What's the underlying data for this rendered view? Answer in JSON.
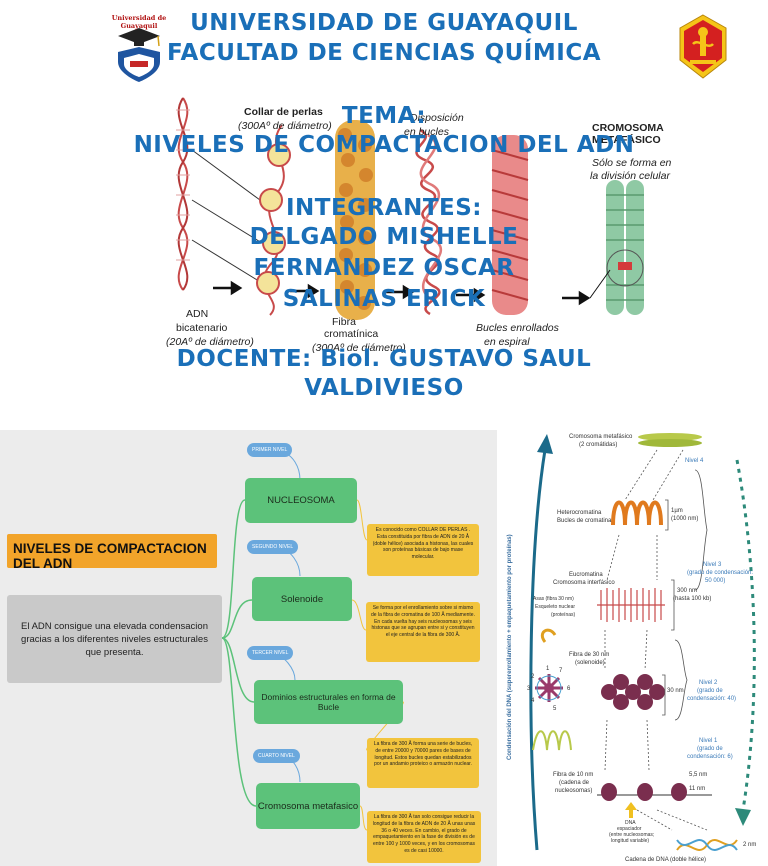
{
  "slide": {
    "title_lines": [
      "UNIVERSIDAD DE GUAYAQUIL",
      "FACULTAD DE CIENCIAS QUÍMICA",
      "TEMA:",
      "NIVELES DE COMPACTACION DEL ADN",
      "INTEGRANTES:",
      "DELGADO MISHELLE",
      "FERNANDEZ OSCAR",
      "SALINAS ERICK",
      "DOCENTE: Biol. GUSTAVO SAUL",
      "VALDIVIESO"
    ],
    "logo_left_text": "Universidad de Guayaquil",
    "diagram_labels": {
      "collar_title": "Collar de perlas",
      "collar_sub": "(300Aº de diámetro)",
      "disposicion": "Disposición",
      "en_bucles": "en bucles",
      "cromosoma": "CROMOSOMA",
      "metafasico": "METAFÁSICO",
      "solo_forma": "Sólo se forma en",
      "division": "la división celular",
      "adn": "ADN",
      "bicatenario": "bicatenario",
      "adn_diam": "(20Aº de diámetro)",
      "fibra": "Fibra",
      "cromatinica": "cromatínica",
      "fibra_diam": "(300Aº de diámetro)",
      "bucles_enrollados": "Bucles enrollados",
      "en_espiral": "en espiral"
    }
  },
  "mindmap": {
    "title": "NIVELES DE COMPACTACION DEL ADN",
    "description": "El ADN consigue una elevada condensacion gracias a los diferentes niveles estructurales que presenta.",
    "levels": [
      {
        "pill": "PRIMER NIVEL",
        "name": "NUCLEOSOMA",
        "text": "Es conocido como COLLAR DE PERLAS . Esta constituida por fibra de ADN de 20 Å (doble hélice) asociada a histonas, las cuales son proteínas básicas de bajo mase molecular."
      },
      {
        "pill": "SEGUNDO NIVEL",
        "name": "Solenoide",
        "text": "Se forma por el enrollamiento sobre si mismo de la fibra de cromatina de 100 Å mediamente. En cada vuelta hay seis nucleosomas y seis histonas que se agrupan entre si y constituyen el eje central de la fibra de 300 Å."
      },
      {
        "pill": "TERCER NIVEL",
        "name": "Dominios estructurales en forma de Bucle",
        "text": "La fibra de 300 Å forma una serie de bucles, de entre 20000 y 70000 pares de bases de longitud. Estos bucles quedan estabilizados por un andamio proteico o armazón nuclear."
      },
      {
        "pill": "CUARTO NIVEL",
        "name": "Cromosoma metafasico",
        "text": "La fibra de 300 Å tan solo consigue reducir la longitud de la fibra de ADN de 20 Å unas unas 36 o 40 veces. En cambio, el grado de empaquetamiento en la fase de división es de entre 100 y 1000 veces, y en los cromosomas es de casi 10000."
      }
    ]
  },
  "condensation": {
    "vertical_label": "Condensación del DNA (superenrollamiento + empaquetamiento por proteínas)",
    "labels": {
      "cromosoma": "Cromosoma metafásico",
      "cromatidas": "(2 cromátidas)",
      "heterocromatina": "Heterocromatina",
      "bucles": "Bucles de cromatina",
      "eucromatina": "Eucromatina",
      "interfasico": "Cromosoma interfásico",
      "asas": "Asas (fibra 30 nm)",
      "esqueleto": "Esqueleto nuclear",
      "proteinas": "(proteínas)",
      "fibra30": "Fibra de 30 nm",
      "solenoide": "(solenoide)",
      "fibra10": "Fibra de 10 nm",
      "cadena_nuc": "(cadena de",
      "nucleosomas": "nucleosomas)",
      "dna_esp": "DNA",
      "espaciador": "espaciador",
      "entre_nuc": "(entre nucleosomas;",
      "longitud": "longitud variable)",
      "cadena_dna": "Cadena de DNA (doble hélice)"
    },
    "sizes": {
      "s1": "1µm",
      "s1b": "(1000 nm)",
      "s300": "300 nm",
      "s300b": "(hasta 100 kb)",
      "s30": "30 nm",
      "s55": "5,5 nm",
      "s11": "11 nm",
      "s2": "2 nm"
    },
    "levels": {
      "n4": "Nivel 4",
      "n3a": "Nivel 3",
      "n3b": "(grado de condensación:",
      "n3c": "50 000)",
      "n2a": "Nivel 2",
      "n2b": "(grado de",
      "n2c": "condensación: 40)",
      "n1a": "Nivel 1",
      "n1b": "(grado de",
      "n1c": "condensación: 6)"
    },
    "solenoid_numbers": [
      "1",
      "2",
      "3",
      "4",
      "5",
      "6",
      "7"
    ]
  },
  "colors": {
    "title_blue": "#1a6fb8",
    "mind_green": "#5cc27a",
    "mind_yellow": "#f2c43d",
    "mind_orange": "#f2a42a",
    "pill_blue": "#6aa8dd"
  }
}
